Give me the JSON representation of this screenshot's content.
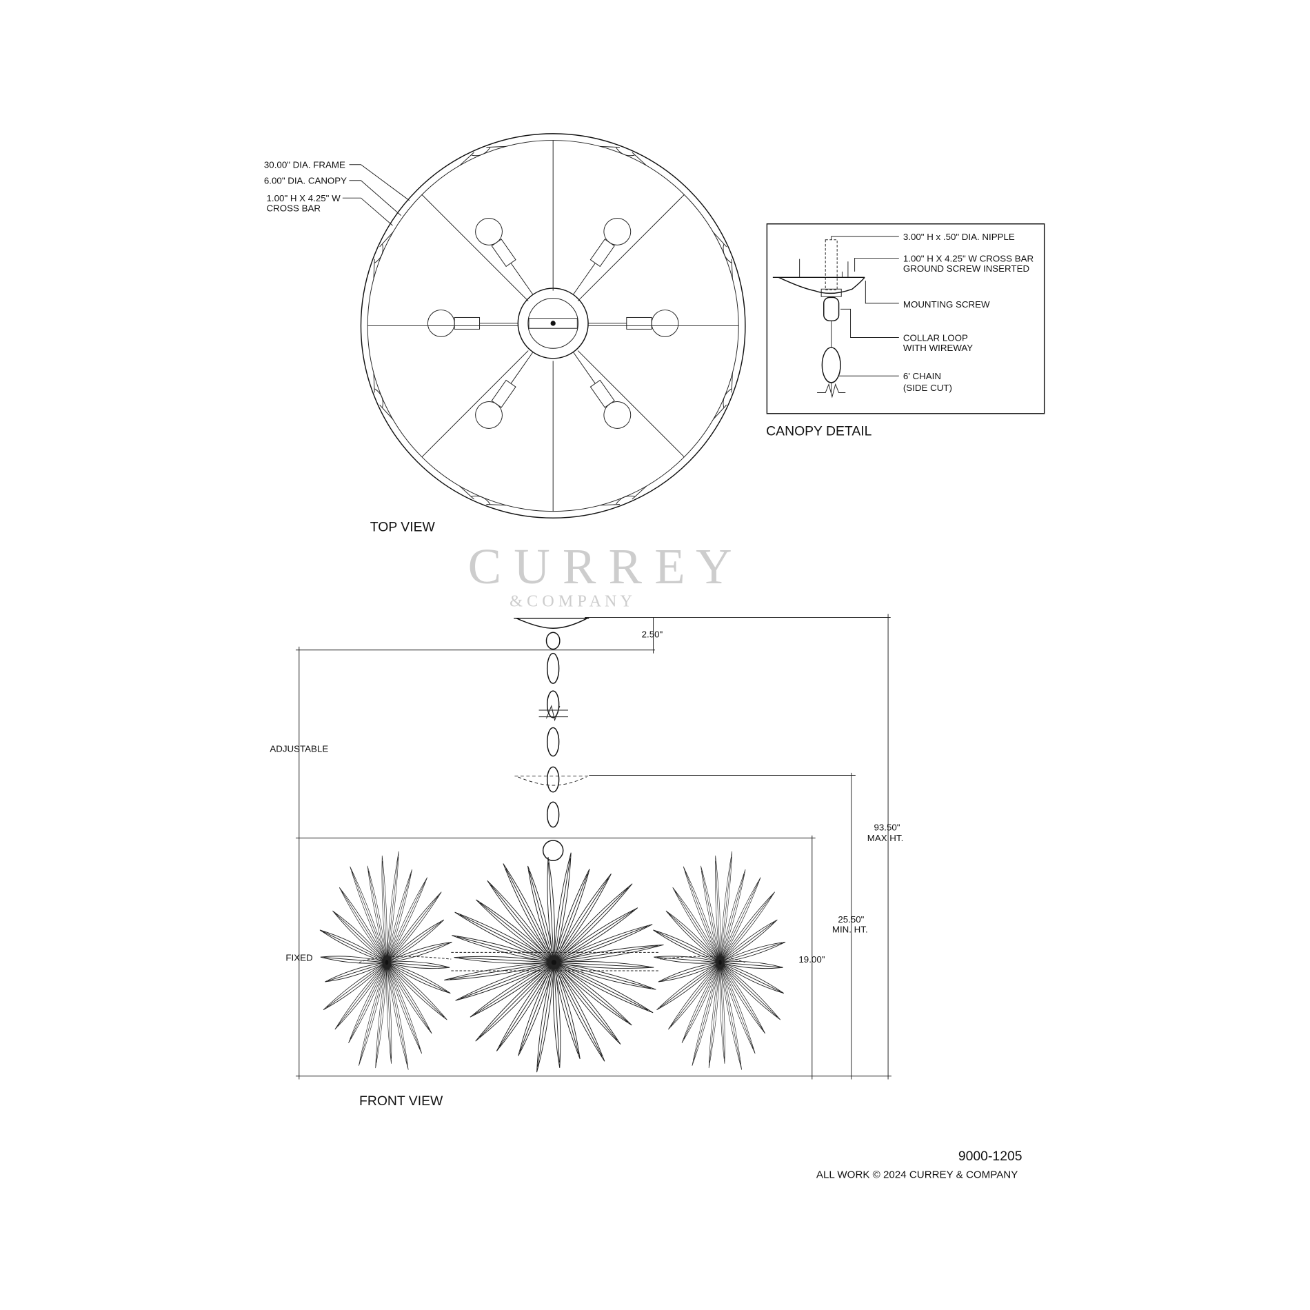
{
  "top_view": {
    "title": "TOP VIEW",
    "callouts": [
      "30.00\" DIA. FRAME",
      "6.00\" DIA. CANOPY",
      "1.00\" H X 4.25\" W",
      "CROSS BAR"
    ]
  },
  "canopy_detail": {
    "title": "CANOPY DETAIL",
    "callouts": [
      "3.00\" H x .50\" DIA. NIPPLE",
      "1.00\" H X 4.25\" W CROSS BAR",
      "GROUND SCREW INSERTED",
      "MOUNTING SCREW",
      "COLLAR LOOP",
      "WITH WIREWAY",
      "6' CHAIN",
      "(SIDE CUT)"
    ]
  },
  "front_view": {
    "title": "FRONT VIEW",
    "dim_canopy": "2.50\"",
    "adjustable": "ADJUSTABLE",
    "fixed": "FIXED",
    "dim_body": "19.00\"",
    "min_ht_value": "25.50\"",
    "min_ht_label": "MIN. HT.",
    "max_ht_value": "93.50\"",
    "max_ht_label": "MAX HT."
  },
  "footer": {
    "model": "9000-1205",
    "copyright": "ALL WORK © 2024 CURREY & COMPANY"
  },
  "watermark": {
    "brand": "C U R R E Y",
    "sub": "& C O M P A N Y"
  }
}
